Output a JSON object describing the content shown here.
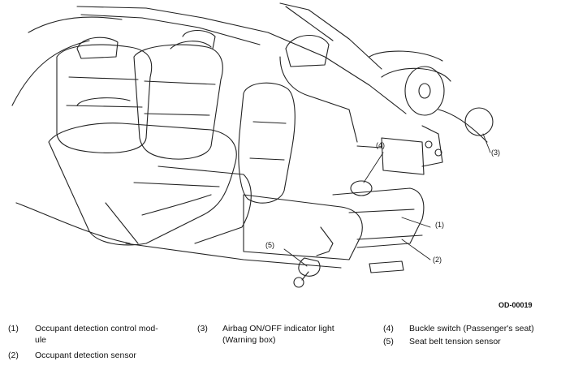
{
  "figure": {
    "code": "OD-00019",
    "callouts": [
      "(1)",
      "(2)",
      "(3)",
      "(4)",
      "(5)"
    ]
  },
  "legend": [
    {
      "num": "(1)",
      "lines": [
        "Occupant detection control mod-",
        "ule"
      ]
    },
    {
      "num": "(2)",
      "lines": [
        "Occupant detection sensor"
      ]
    },
    {
      "num": "(3)",
      "lines": [
        "Airbag ON/OFF indicator light",
        "(Warning box)"
      ]
    },
    {
      "num": "(4)",
      "lines": [
        "Buckle switch (Passenger's seat)"
      ]
    },
    {
      "num": "(5)",
      "lines": [
        "Seat belt tension sensor"
      ]
    }
  ]
}
